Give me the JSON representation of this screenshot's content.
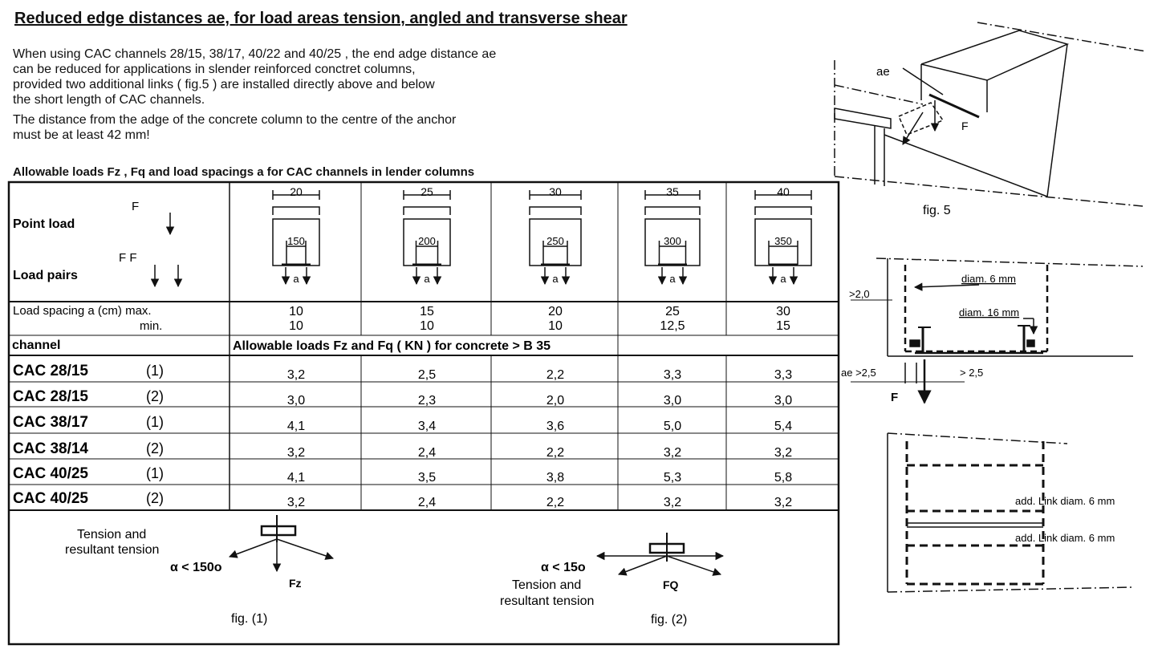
{
  "title": "Reduced edge distances ae, for load areas tension, angled and transverse shear",
  "intro_lines": [
    "When using CAC channels 28/15, 38/17, 40/22 and 40/25 , the end adge distance ae",
    "can be reduced for applications in slender reinforced conctret columns,",
    "provided two additional links ( fig.5 ) are installed directly above and below",
    "the short length of CAC channels.",
    "The distance from the adge of the concrete column to the centre of the anchor",
    "must be at least 42 mm!"
  ],
  "table_heading": "Allowable loads Fz , Fq and load spacings a for CAC channels in lender columns",
  "header": {
    "point_load": "Point load",
    "load_pairs": "Load pairs",
    "F": "F",
    "FF": "F  F",
    "a": "a",
    "channel_widths": [
      "20",
      "25",
      "30",
      "35",
      "40"
    ],
    "inner_widths": [
      "150",
      "200",
      "250",
      "300",
      "350"
    ]
  },
  "spacing": {
    "label_max": "Load spacing a (cm) max.",
    "label_min": "min.",
    "max": [
      "10",
      "15",
      "20",
      "25",
      "30"
    ],
    "min": [
      "10",
      "10",
      "10",
      "12,5",
      "15"
    ]
  },
  "channel_row": {
    "label": "channel",
    "caption": "Allowable loads Fz and Fq ( KN ) for concrete > B 35"
  },
  "rows": [
    {
      "name": "CAC 28/15",
      "fig": "(1)",
      "values": [
        "3,2",
        "2,5",
        "2,2",
        "3,3",
        "3,3"
      ]
    },
    {
      "name": "CAC 28/15",
      "fig": "(2)",
      "values": [
        "3,0",
        "2,3",
        "2,0",
        "3,0",
        "3,0"
      ]
    },
    {
      "name": "CAC 38/17",
      "fig": "(1)",
      "values": [
        "4,1",
        "3,4",
        "3,6",
        "5,0",
        "5,4"
      ]
    },
    {
      "name": "CAC 38/14",
      "fig": "(2)",
      "values": [
        "3,2",
        "2,4",
        "2,2",
        "3,2",
        "3,2"
      ]
    },
    {
      "name": "CAC 40/25",
      "fig": "(1)",
      "values": [
        "4,1",
        "3,5",
        "3,8",
        "5,3",
        "5,8"
      ]
    },
    {
      "name": "CAC 40/25",
      "fig": "(2)",
      "values": [
        "3,2",
        "2,4",
        "2,2",
        "3,2",
        "3,2"
      ]
    }
  ],
  "fig1": {
    "label1": "Tension and",
    "label2": "resultant tension",
    "alpha": "α < 150o",
    "force": "Fz",
    "caption": "fig. (1)"
  },
  "fig2": {
    "alpha": "α < 15o",
    "label1": "Tension and",
    "label2": "resultant tension",
    "force": "FQ",
    "caption": "fig. (2)"
  },
  "fig5": {
    "ae": "ae",
    "F": "F",
    "caption": "fig. 5"
  },
  "detail": {
    "gt20": ">2,0",
    "diam6": "diam. 6 mm",
    "diam16": "diam. 16 mm",
    "ae_gt": "ae >2,5",
    "gt25": "> 2,5",
    "F": "F"
  },
  "links": {
    "label1": "add. Link diam. 6 mm",
    "label2": "add. Link diam. 6 mm"
  }
}
